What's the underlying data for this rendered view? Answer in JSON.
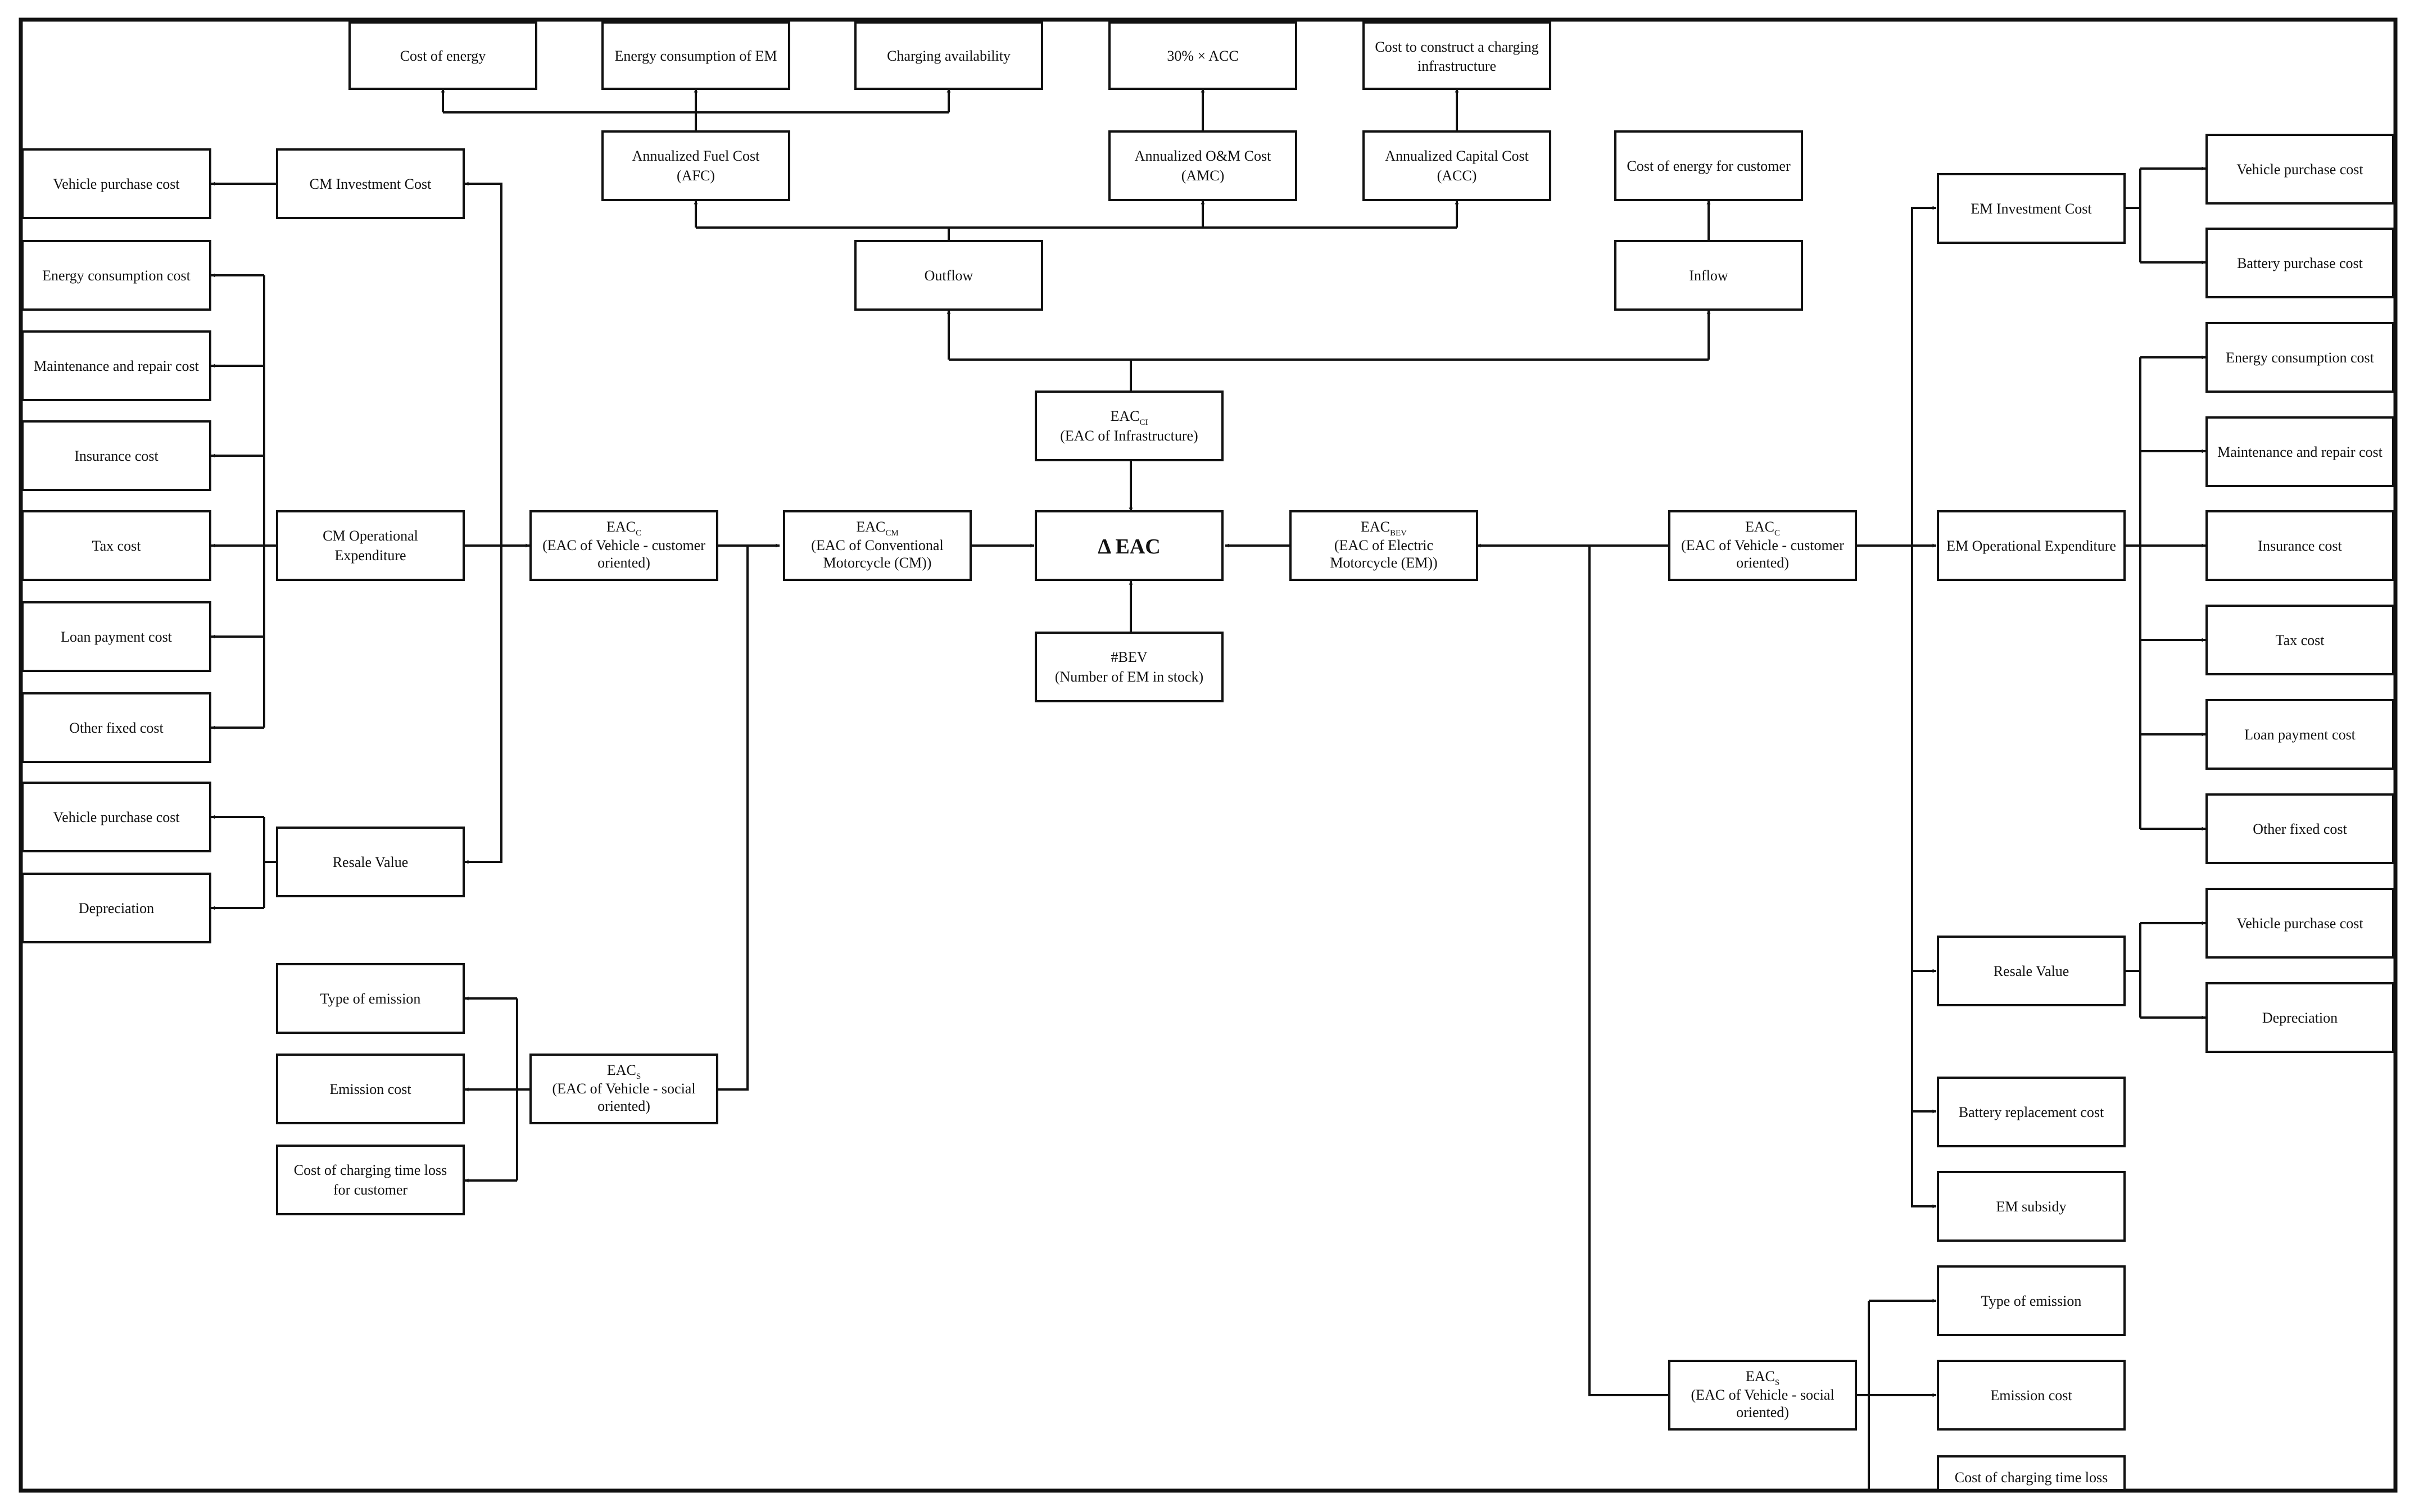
{
  "diagram": {
    "center": "Δ EAC",
    "infrastructure": {
      "line1": "EAC",
      "sub": "CI",
      "line2": "(EAC of Infrastructure)"
    },
    "stock": {
      "line1": "#BEV",
      "line2": "(Number of EM in stock)"
    },
    "outflow": "Outflow",
    "inflow": "Inflow",
    "afc": {
      "line1": "Annualized Fuel Cost",
      "line2": "(AFC)"
    },
    "amc": {
      "line1": "Annualized O&M Cost",
      "line2": "(AMC)"
    },
    "acc": {
      "line1": "Annualized Capital Cost",
      "line2": "(ACC)"
    },
    "cost_energy_customer": "Cost of energy for customer",
    "cost_of_energy": "Cost of energy",
    "energy_consumption_em": "Energy consumption of EM",
    "charging_availability": "Charging availability",
    "thirty_pct_acc": "30% × ACC",
    "construct_infra": {
      "line1": "Cost to construct a charging",
      "line2": "infrastructure"
    },
    "eac_cm": {
      "line1": "EAC",
      "sub": "CM",
      "line2": "(EAC of Conventional",
      "line3": "Motorcycle (CM))"
    },
    "eac_em": {
      "line1": "EAC",
      "sub": "BEV",
      "line2": "(EAC of Electric",
      "line3": "Motorcycle (EM))"
    },
    "cm": {
      "eac_c": {
        "line1": "EAC",
        "sub": "C",
        "line2": "(EAC of Vehicle - customer",
        "line3": "oriented)"
      },
      "eac_s": {
        "line1": "EAC",
        "sub": "S",
        "line2": "(EAC of Vehicle - social",
        "line3": "oriented)"
      },
      "investment": "CM Investment Cost",
      "operational": {
        "line1": "CM Operational",
        "line2": "Expenditure"
      },
      "resale": "Resale Value",
      "vehicle_purchase": "Vehicle purchase cost",
      "energy_consumption": "Energy consumption cost",
      "maintenance": "Maintenance and repair cost",
      "insurance": "Insurance cost",
      "tax": "Tax cost",
      "loan": "Loan payment cost",
      "other_fixed": "Other fixed cost",
      "resale_vehicle_purchase": "Vehicle purchase cost",
      "depreciation": "Depreciation",
      "type_emission": "Type of emission",
      "emission_cost": "Emission cost",
      "charging_loss": {
        "line1": "Cost of charging time loss",
        "line2": "for customer"
      }
    },
    "em": {
      "eac_c": {
        "line1": "EAC",
        "sub": "C",
        "line2": "(EAC of Vehicle - customer",
        "line3": "oriented)"
      },
      "eac_s": {
        "line1": "EAC",
        "sub": "S",
        "line2": "(EAC of Vehicle - social",
        "line3": "oriented)"
      },
      "investment": "EM Investment Cost",
      "operational": "EM Operational Expenditure",
      "resale": "Resale Value",
      "battery_replacement": "Battery replacement cost",
      "subsidy": "EM subsidy",
      "vehicle_purchase": "Vehicle purchase cost",
      "battery_purchase": "Battery purchase cost",
      "energy_consumption": "Energy consumption cost",
      "maintenance": "Maintenance and repair cost",
      "insurance": "Insurance cost",
      "tax": "Tax cost",
      "loan": "Loan payment cost",
      "other_fixed": "Other fixed cost",
      "resale_vehicle_purchase": "Vehicle purchase cost",
      "depreciation": "Depreciation",
      "type_emission": "Type of emission",
      "emission_cost": "Emission cost",
      "charging_loss": "Cost of charging time loss"
    }
  }
}
